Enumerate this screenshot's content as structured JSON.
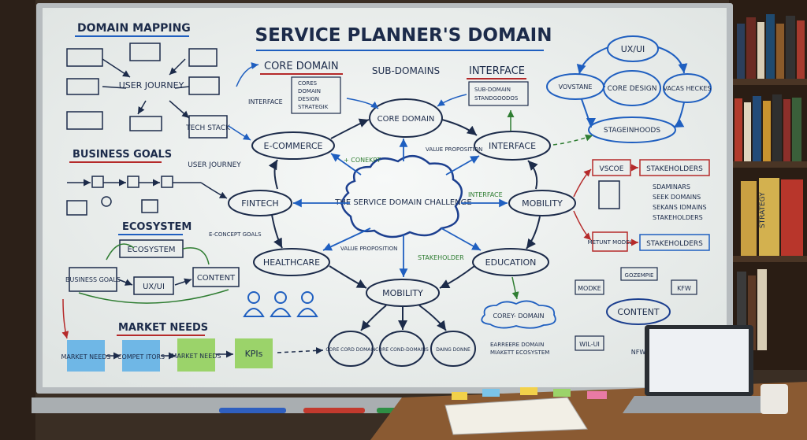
{
  "board": {
    "title": "SERVICE PLANNER'S DOMAIN",
    "domain_mapping": {
      "heading": "DOMAIN MAPPING",
      "user_journey": "USER JOURNEY",
      "tech_stack": "TECH STACK"
    },
    "business_goals": {
      "heading": "BUSINESS GOALS",
      "user_journey_note": "USER JOURNEY"
    },
    "ecosystem": {
      "heading": "ECOSYSTEM",
      "box_ecosystem": "ECOSYSTEM",
      "box_business_goals": "BUSINESS GOALS",
      "box_uxui": "UX/UI",
      "box_content": "CONTENT"
    },
    "market_needs": {
      "heading": "MARKET NEEDS",
      "stickies": [
        "MARKET NEEDS",
        "COMPET ITORS",
        "MARKET NEEDS",
        "KPIs"
      ]
    },
    "core_domain_box": {
      "heading": "CORE DOMAIN",
      "items": [
        "CORES",
        "DOMAIN",
        "DESIGN",
        "STRATEGIK"
      ],
      "side_label": "INTERFACE"
    },
    "sub_domains": {
      "heading": "SUB-DOMAINS"
    },
    "interface_box": {
      "heading": "INTERFACE",
      "items": [
        "SUB-DOMAIN",
        "STANDGOODOS"
      ]
    },
    "ux_cluster": {
      "top": "UX/UI",
      "left": "VOVSTANE",
      "center": "CORE DESIGN",
      "right": "VACAS HECKES",
      "bottom": "STAGEINHOODS"
    },
    "center": {
      "challenge": "THE SERVICE DOMAIN CHALLENGE",
      "core_domain": "CORE DOMAIN",
      "ecommerce": "E-COMMERCE",
      "interface": "INTERFACE",
      "fintech": "FINTECH",
      "mobility_right": "MOBILITY",
      "healthcare": "HEALTHCARE",
      "education": "EDUCATION",
      "mobility_bottom": "MOBILITY",
      "label_conekpt": "+ CONEKPT",
      "label_value_top": "VALUE PROPOSITION",
      "label_interface": "INTERFACE",
      "label_econcept": "E-CONCEPT GOALS",
      "label_value_bottom": "VALUE PROPOSITION",
      "label_stakeholder": "STAKEHOLDER"
    },
    "bottom_nodes": [
      "CORE CORD DOMAIN",
      "CORE COND-DOMAINS",
      "DAING DONNE"
    ],
    "corey_domain": {
      "cloud": "COREY- DOMAIN",
      "items": [
        "EARREERE DOMAIN",
        "MIAKETT ECOSYSTEM"
      ]
    },
    "stakeholders_area": {
      "vscoe": "VSCOE",
      "stakeholders_top": "STAKEHOLDERS",
      "list": [
        "SDAMINARS",
        "SEEK DOMAINS",
        "SEKANS IDMAINS",
        "STAKEHOLDERS"
      ],
      "metunt_model": "METUNT MODEL",
      "stakeholders_bottom": "STAKEHOLDERS"
    },
    "content_cluster": {
      "center": "CONTENT",
      "modke": "MODKE",
      "gozempie": "GOZEMPIE",
      "kfw": "KFW",
      "wil_ui": "WIL-UI",
      "nfw": "NFW"
    }
  },
  "shelf": {
    "book_label": "STRATEGY"
  },
  "colors": {
    "ink_blue": "#1c3f8f",
    "ink_black": "#1c2b4a",
    "ink_red": "#b52a2a",
    "ink_green": "#2f7d32",
    "sticky_blue": "#6fb7e6",
    "sticky_green": "#9bd36a",
    "board": "#eef1ef"
  }
}
